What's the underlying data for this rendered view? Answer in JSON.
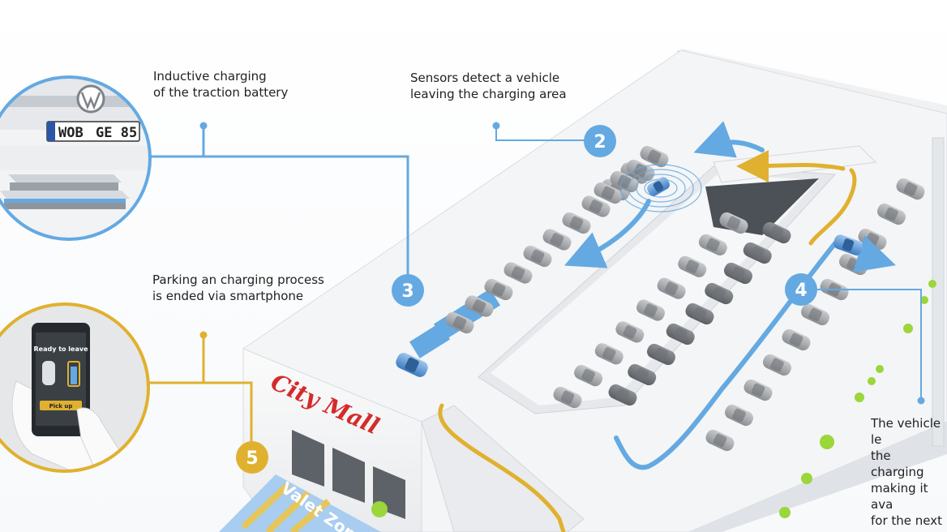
{
  "captions": {
    "inductive": "Inductive charging\nof the traction battery",
    "sensors": "Sensors detect a vehicle\nleaving the charging area",
    "smartphone": "Parking an charging process\nis ended via smartphone",
    "vehicle_leaves": "The vehicle le\nthe charging\nmaking it ava\nfor the next c"
  },
  "badges": {
    "b2": "2",
    "b3": "3",
    "b4": "4",
    "b5": "5"
  },
  "signs": {
    "mall": "City Mall",
    "valet": "Valet Zone"
  },
  "plate": {
    "left": "WOB",
    "right": "GE 85"
  },
  "phone": {
    "status": "Ready to leave",
    "button": "Pick up"
  },
  "colors": {
    "blue": "#64a9e2",
    "gold": "#e0b12f",
    "mall_red": "#d52b2b"
  }
}
